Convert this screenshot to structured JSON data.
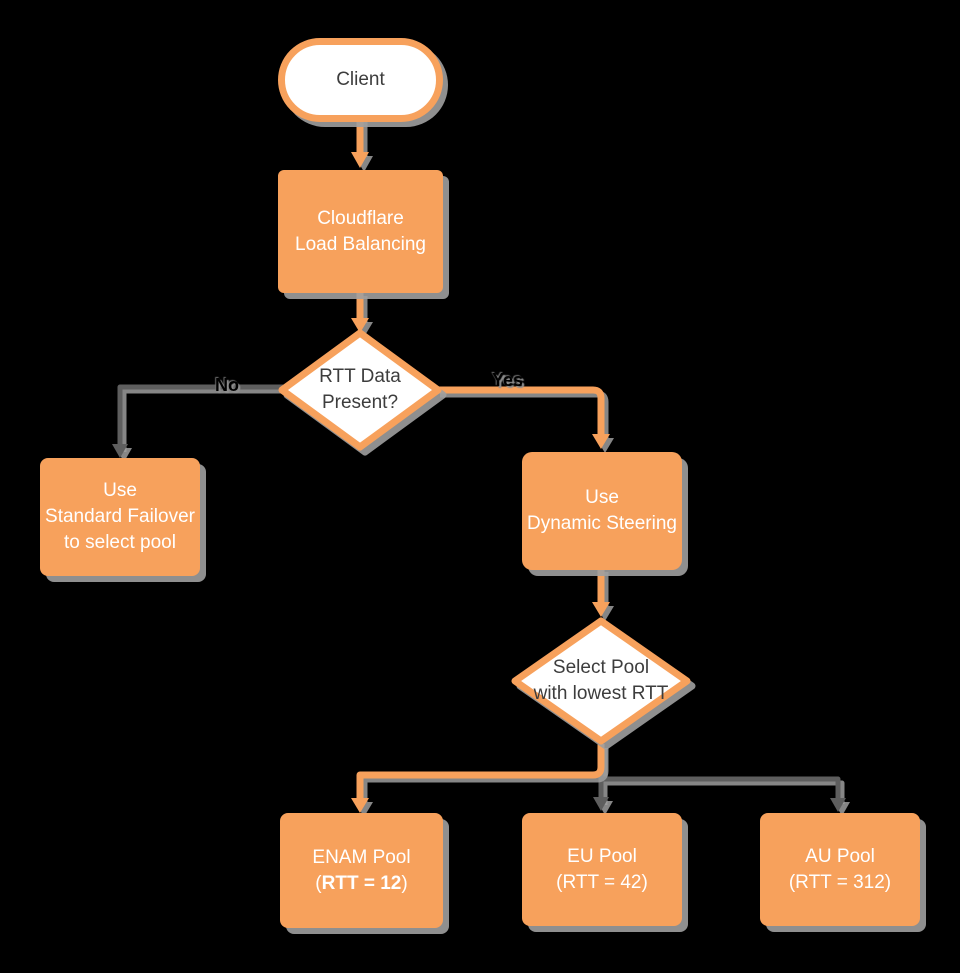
{
  "nodes": {
    "client": {
      "label": "Client"
    },
    "load_balancing": {
      "line1": "Cloudflare",
      "line2": "Load Balancing"
    },
    "rtt_decision": {
      "line1": "RTT Data",
      "line2": "Present?"
    },
    "standard_failover": {
      "line1": "Use",
      "line2": "Standard Failover",
      "line3": "to select pool"
    },
    "dynamic_steering": {
      "line1": "Use",
      "line2": "Dynamic Steering"
    },
    "select_pool": {
      "line1": "Select Pool",
      "line2": "with lowest RTT"
    },
    "enam_pool": {
      "line1": "ENAM Pool",
      "l2_open": "(",
      "l2_bold": "RTT = 12",
      "l2_close": ")"
    },
    "eu_pool": {
      "line1": "EU Pool",
      "line2": "(RTT = 42)"
    },
    "au_pool": {
      "line1": "AU Pool",
      "line2": "(RTT = 312)"
    }
  },
  "edges": {
    "no_label": "No",
    "yes_label": "Yes"
  },
  "colors": {
    "node_orange": "#F7A15C",
    "connector_gray": "#5E5E5E",
    "shadow_gray": "#9E9E9E",
    "text_dark": "#3D3D3D",
    "node_text_white": "#FFFFFF",
    "background": "#000000"
  }
}
